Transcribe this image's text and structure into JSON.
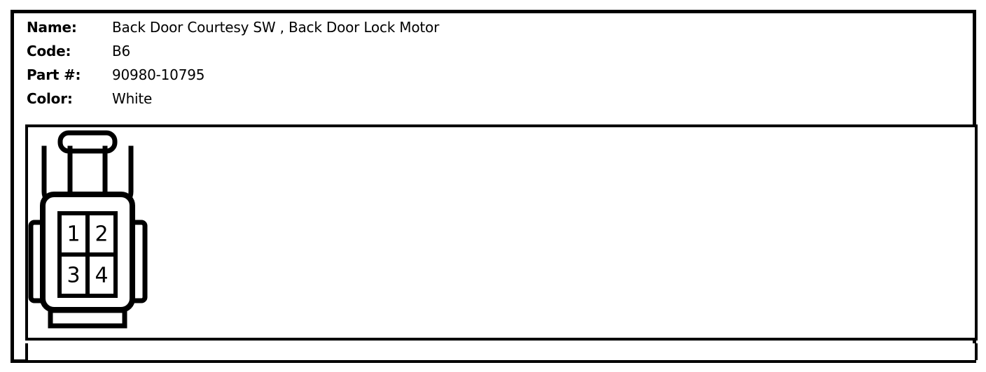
{
  "document": {
    "type": "automotive-connector-datasheet",
    "background_color": "#ffffff",
    "line_color": "#000000"
  },
  "header": {
    "fields": [
      {
        "label": "Name:",
        "value": "Back Door Courtesy SW , Back Door Lock Motor"
      },
      {
        "label": "Code:",
        "value": "B6"
      },
      {
        "label": "Part #:",
        "value": "90980-10795"
      },
      {
        "label": "Color:",
        "value": "White"
      }
    ]
  },
  "diagram": {
    "connector": {
      "name": "4-pin rectangular connector face view",
      "pin_count": 4,
      "rows": 2,
      "columns": 2,
      "pins": [
        {
          "number": "1",
          "row": 0,
          "col": 0
        },
        {
          "number": "2",
          "row": 0,
          "col": 1
        },
        {
          "number": "3",
          "row": 1,
          "col": 0
        },
        {
          "number": "4",
          "row": 1,
          "col": 1
        }
      ],
      "features": [
        "top-latch-tab",
        "left-retention-prong",
        "right-retention-prong",
        "left-side-tab",
        "right-side-tab",
        "bottom-bar"
      ]
    }
  }
}
